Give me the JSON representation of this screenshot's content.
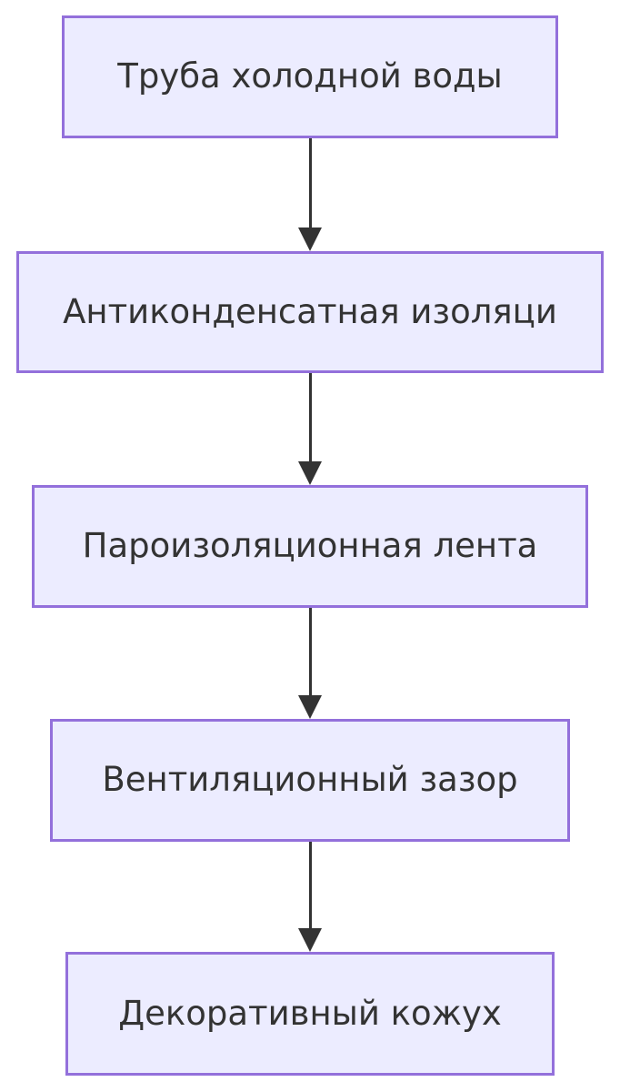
{
  "diagram": {
    "type": "flowchart",
    "direction": "top-down",
    "colors": {
      "background": "#ffffff",
      "node_fill": "#ECECFF",
      "node_border": "#9370DB",
      "node_text": "#333333",
      "edge": "#333333"
    },
    "nodes": [
      {
        "label": "Труба холодной воды"
      },
      {
        "label": "Антиконденсатная изоляци"
      },
      {
        "label": "Пароизоляционная лента"
      },
      {
        "label": "Вентиляционный зазор"
      },
      {
        "label": "Декоративный кожух"
      }
    ],
    "edges": [
      {
        "from": "Труба холодной воды",
        "to": "Антиконденсатная изоляци",
        "style": "arrow-down"
      },
      {
        "from": "Антиконденсатная изоляци",
        "to": "Пароизоляционная лента",
        "style": "arrow-down"
      },
      {
        "from": "Пароизоляционная лента",
        "to": "Вентиляционный зазор",
        "style": "arrow-down"
      },
      {
        "from": "Вентиляционный зазор",
        "to": "Декоративный кожух",
        "style": "arrow-down"
      }
    ]
  }
}
